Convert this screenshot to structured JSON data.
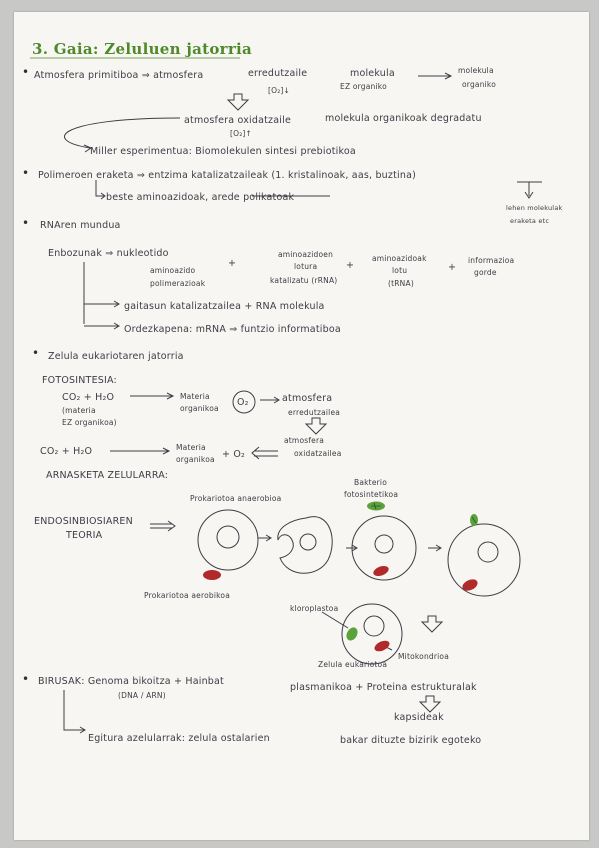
{
  "title": "3. Gaia: Zeluluen jatorria",
  "s1": {
    "line1a": "Atmosfera primitiboa ⇒ atmosfera",
    "line1b": "erredutzaile",
    "line1c": "molekula",
    "line1d": "EZ organiko",
    "line1e": "molekula",
    "line1f": "organiko",
    "co2a": "[O₂]↓",
    "line2": "atmosfera oxidatzaile",
    "line2b": "molekula organikoak degradatu",
    "co2b": "[O₂]↑",
    "line3": "Miller esperimentua: Biomolekulen sintesi prebiotikoa"
  },
  "s2": {
    "line1": "Polimeroen eraketa ⇒ entzima katalizatzaileak (1. kristalinoak, aas, buztina)",
    "line2": "beste aminoazidoak, arede polikatoak",
    "note1": "lehen molekulak",
    "note2": "eraketa etc"
  },
  "s3": {
    "heading": "RNAren mundua",
    "emb": "Enbozunak ⇒ nukleotido",
    "emb2": "aminoazido",
    "emb3": "polimerazioak",
    "mid1": "aminoazidoen",
    "mid2": "lotura",
    "mid3": "katalizatu (rRNA)",
    "right1": "aminoazidoak",
    "right2": "lotu",
    "right3": "(tRNA)",
    "far1": "informazioa",
    "far2": "gorde",
    "plus": "+",
    "b1": "gaitasun katalizatzailea + RNA molekula",
    "b2": "Ordezkapena: mRNA ⇒ funtzio informatiboa"
  },
  "s4": {
    "heading": "Zelula eukariotaren jatorria",
    "foto": "FOTOSINTESIA:",
    "eq1a": "CO₂ + H₂O",
    "eq1b": "(materia",
    "eq1c": "EZ organikoa)",
    "eq1d": "Materia",
    "eq1e": "organikoa",
    "o2": "O₂",
    "eq1f": "atmosfera",
    "eq1g": "erredutzailea",
    "eq2a": "CO₂ + H₂O",
    "eq2b": "Materia",
    "eq2c": "organikoa",
    "eq2d": "+ O₂",
    "eq2e": "atmosfera",
    "eq2f": "oxidatzailea",
    "arnas": "ARNASKETA ZELULARRA:",
    "endo1": "ENDOSINBIOSIAREN",
    "endo2": "TEORIA",
    "proka1": "Prokariotoa anaerobioa",
    "bak1": "Bakterio",
    "bak2": "fotosintetikoa",
    "proka2": "Prokariotoa aerobikoa",
    "klor": "kloroplastoa",
    "mito": "Mitokondrioa",
    "euka": "Zelula eukariotoa"
  },
  "s5": {
    "line1": "BIRUSAK: Genoma bikoitza + Hainbat",
    "line1b": "(DNA / ARN)",
    "line1c": "plasmanikoa + Proteina estrukturalak",
    "kaps": "kapsideak",
    "line2": "Egitura azelularrak: zelula ostalarien",
    "line2b": "bakar dituzte bizirik egoteko"
  },
  "colors": {
    "ink": "#3d3c45",
    "title": "#4e8a2a",
    "red": "#b02a2a",
    "green": "#5aa33a"
  }
}
